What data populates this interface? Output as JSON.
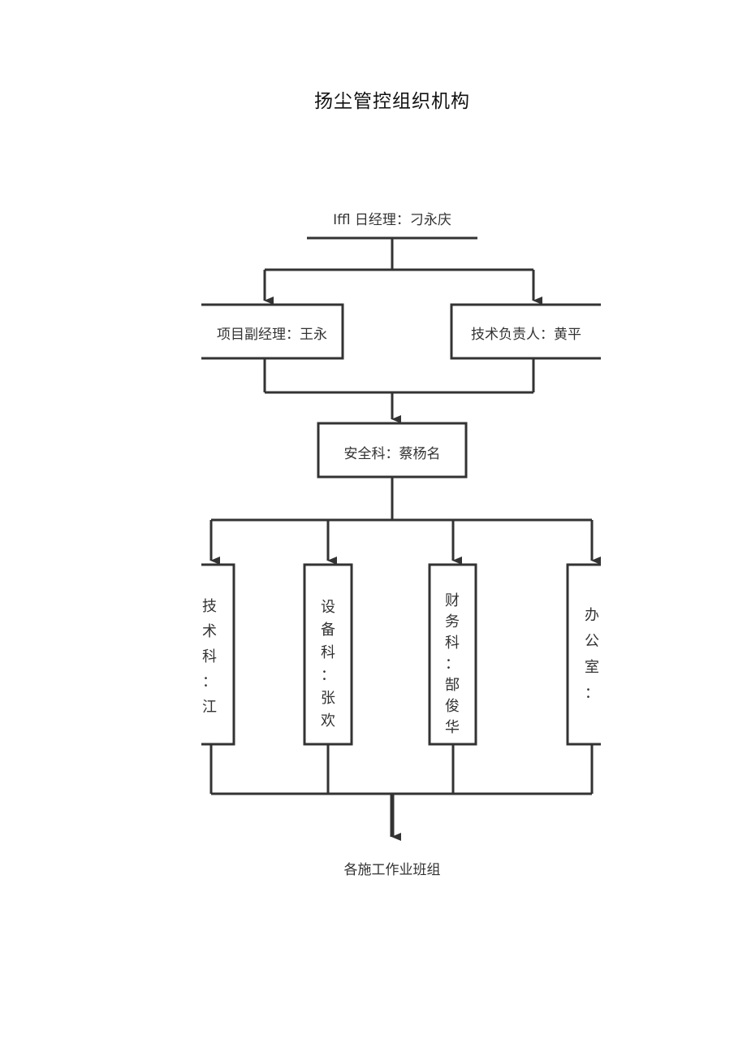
{
  "title": "扬尘管控组织机构",
  "nodes": {
    "manager": "Iffl 日经理：刁永庆",
    "deputy": "项目副经理：王永",
    "tech_lead": "技术负责人：黄平",
    "safety": "安全科：蔡杨名",
    "tech_dept": [
      "技",
      "术",
      "科",
      "：",
      "江"
    ],
    "equip_dept": [
      "设",
      "备",
      "科",
      "：",
      "张",
      "欢"
    ],
    "finance_dept": [
      "财",
      "务",
      "科",
      "：",
      "郜",
      "俊",
      "华"
    ],
    "office": [
      "办",
      "公",
      "室",
      "："
    ],
    "teams": "各施工作业班组"
  }
}
